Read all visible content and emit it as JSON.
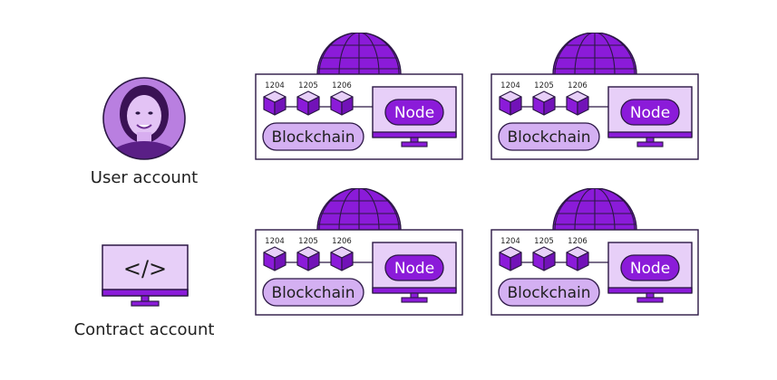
{
  "colors": {
    "primary": "#8b1bd9",
    "light": "#e7cff8",
    "pill": "#d4b0f2",
    "outline": "#2b1744",
    "photo": "#b97fe0"
  },
  "accounts": [
    {
      "label": "User account",
      "icon": "user-photo"
    },
    {
      "label": "Contract account",
      "icon": "code-monitor-icon",
      "code_symbol": "</>"
    }
  ],
  "nodes": [
    {
      "blocks": [
        "1204",
        "1205",
        "1206"
      ],
      "node_label": "Node",
      "chain_label": "Blockchain"
    },
    {
      "blocks": [
        "1204",
        "1205",
        "1206"
      ],
      "node_label": "Node",
      "chain_label": "Blockchain"
    },
    {
      "blocks": [
        "1204",
        "1205",
        "1206"
      ],
      "node_label": "Node",
      "chain_label": "Blockchain"
    },
    {
      "blocks": [
        "1204",
        "1205",
        "1206"
      ],
      "node_label": "Node",
      "chain_label": "Blockchain"
    }
  ]
}
